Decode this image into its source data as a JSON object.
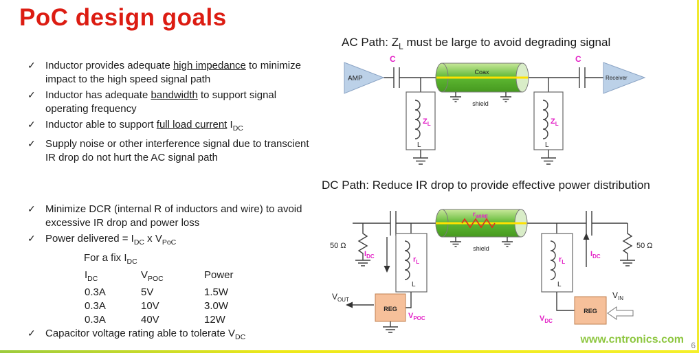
{
  "slide": {
    "title": "PoC design goals",
    "page_number": "6",
    "watermark": "www.cntronics.com"
  },
  "bullets": {
    "check": "✓"
  },
  "goals_ac": {
    "b1": {
      "t1": "Inductor provides adequate ",
      "u": "high impedance",
      "t2": " to minimize impact to the high speed signal path"
    },
    "b2": {
      "t1": "Inductor has adequate ",
      "u": "bandwidth",
      "t2": " to support signal operating frequency"
    },
    "b3": {
      "t1": "Inductor able to support ",
      "u": "full load current",
      "t2": " I",
      "sub": "DC"
    },
    "b4": {
      "t1": "Supply noise or other interference signal due to transcient IR drop do not hurt the AC signal path"
    }
  },
  "goals_dc": {
    "b1": {
      "t1": "Minimize DCR (internal R of inductors and wire) to avoid excessive IR drop and power loss"
    },
    "b2": {
      "t1": "Power delivered = I",
      "s1": "DC",
      "t2": " x V",
      "s2": "PoC"
    },
    "fix": {
      "t1": "For a fix I",
      "s1": "DC"
    },
    "b3": {
      "t1": "Capacitor voltage rating able to tolerate V",
      "s1": "DC"
    }
  },
  "table": {
    "h1": "I",
    "h1s": "DC",
    "h2": "V",
    "h2s": "POC",
    "h3": "Power",
    "rows": [
      {
        "idc": "0.3A",
        "vpoc": "5V",
        "power": "1.5W"
      },
      {
        "idc": "0.3A",
        "vpoc": "10V",
        "power": "3.0W"
      },
      {
        "idc": "0.3A",
        "vpoc": "40V",
        "power": "12W"
      }
    ]
  },
  "ac": {
    "t1": "AC Path: Z",
    "tsub": "L",
    "t2": " must be large to avoid degrading signal",
    "amp": "AMP",
    "receiver": "Receiver",
    "c_left": "C",
    "c_right": "C",
    "coax": "Coax",
    "shield": "shield",
    "z": "Z",
    "z_sub": "L",
    "l": "L"
  },
  "dc": {
    "title": "DC Path: Reduce IR drop to provide effective power distribution",
    "r50_left": "50 Ω",
    "r50_right": "50 Ω",
    "rwire": "r",
    "rwire_sub": "WIRE",
    "shield": "shield",
    "rl": "r",
    "rl_sub": "L",
    "l": "L",
    "i": "I",
    "i_sub": "DC",
    "v": "V",
    "vout_sub": "OUT",
    "vpoc_sub": "POC",
    "vdc_sub": "DC",
    "vin_sub": "IN",
    "reg": "REG"
  },
  "colors": {
    "title_red": "#dc1c12",
    "label_magenta": "#e321c6",
    "coax_green": "#5db732",
    "center_yellow": "#ffe100",
    "reg_orange": "#f6c09a",
    "triangle_blue": "#bcd1e8",
    "watermark_green": "#8dc63f"
  }
}
